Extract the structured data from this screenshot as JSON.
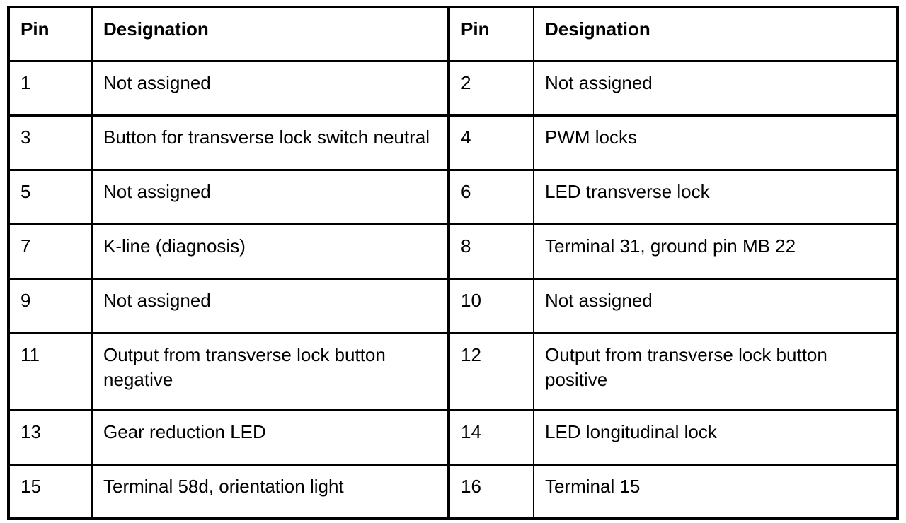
{
  "table": {
    "headers": [
      "Pin",
      "Designation",
      "Pin",
      "Designation"
    ],
    "rows": [
      [
        "1",
        "Not assigned",
        "2",
        "Not assigned"
      ],
      [
        "3",
        "Button for transverse lock switch neutral",
        "4",
        "PWM locks"
      ],
      [
        "5",
        "Not assigned",
        "6",
        "LED transverse lock"
      ],
      [
        "7",
        "K-line (diagnosis)",
        "8",
        "Terminal 31, ground pin MB 22"
      ],
      [
        "9",
        "Not assigned",
        "10",
        "Not assigned"
      ],
      [
        "11",
        "Output from transverse lock button negative",
        "12",
        "Output from transverse lock button positive"
      ],
      [
        "13",
        "Gear reduction LED",
        "14",
        "LED longitudinal lock"
      ],
      [
        "15",
        "Terminal 58d, orientation light",
        "16",
        "Terminal 15"
      ]
    ],
    "colors": {
      "border": "#000000",
      "text": "#000000",
      "background": "#ffffff"
    }
  }
}
